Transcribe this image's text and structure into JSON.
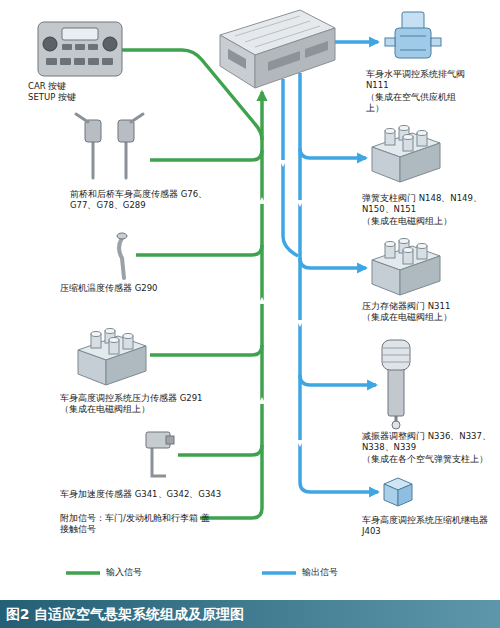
{
  "diagram": {
    "caption": "图2 自适应空气悬架系统组成及原理图",
    "nodes": [
      {
        "text": [
          "CAR 按键 SETUP 按键"
        ]
      },
      {
        "text": [
          "前桥和后桥车身高度传感器 G76、 G77、G78、G289"
        ]
      },
      {
        "text": [
          "压缩机温度传感器 G290"
        ]
      },
      {
        "text": [
          "车身高度调控系统压力传感器 G291",
          "（集成在电磁阀组上）"
        ]
      },
      {
        "text": [
          "车身加速度传感器 G341、G342、G343"
        ]
      },
      {
        "text": [
          "附加信号：车门/发动机舱和行李箱 盖接触信号"
        ]
      },
      {
        "text": [
          "车身水平调控系统排气阀 N111",
          "（集成在空气供应机组 上）"
        ]
      },
      {
        "text": [
          "弹簧支柱阀门 N148、N149、 N150、N151",
          "（集成在电磁阀组上）"
        ]
      },
      {
        "text": [
          "压力存储器阀门 N311",
          "（集成在电磁阀组上）"
        ]
      },
      {
        "text": [
          "减振器调整阀门 N336、N337、 N338、N339",
          "（集成在各个空气弹簧支柱上）"
        ]
      },
      {
        "text": [
          "车身高度调控系统压缩机继电器 J403"
        ]
      }
    ],
    "legend": [
      {
        "text": "输入信号"
      },
      {
        "text": "输出信号"
      }
    ]
  }
}
